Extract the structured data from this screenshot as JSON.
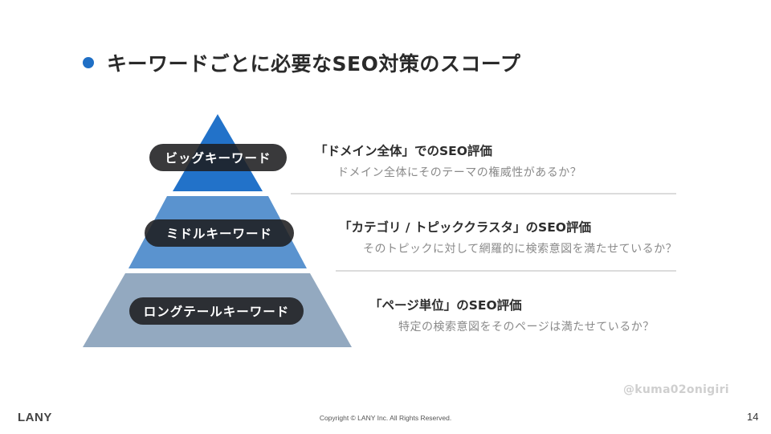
{
  "slide": {
    "title": "キーワードごとに必要なSEO対策のスコープ",
    "accent_color": "#1f6fc5"
  },
  "pyramid": {
    "tiers": [
      {
        "label": "ビッグキーワード",
        "color": "#2272c9"
      },
      {
        "label": "ミドルキーワード",
        "color": "#5a93cf"
      },
      {
        "label": "ロングテールキーワード",
        "color": "#93a9c0"
      }
    ]
  },
  "descriptions": [
    {
      "heading": "「ドメイン全体」でのSEO評価",
      "sub": "ドメイン全体にそのテーマの権威性があるか？"
    },
    {
      "heading": "「カテゴリ / トピッククラスタ」のSEO評価",
      "sub": "そのトピックに対して網羅的に検索意図を満たせているか？"
    },
    {
      "heading": "「ページ単位」のSEO評価",
      "sub": "特定の検索意図をそのページは満たせているか？"
    }
  ],
  "footer": {
    "credit": "@kuma02onigiri",
    "logo": "LANY",
    "copyright": "Copyright © LANY Inc. All Rights Reserved.",
    "page_number": "14"
  }
}
